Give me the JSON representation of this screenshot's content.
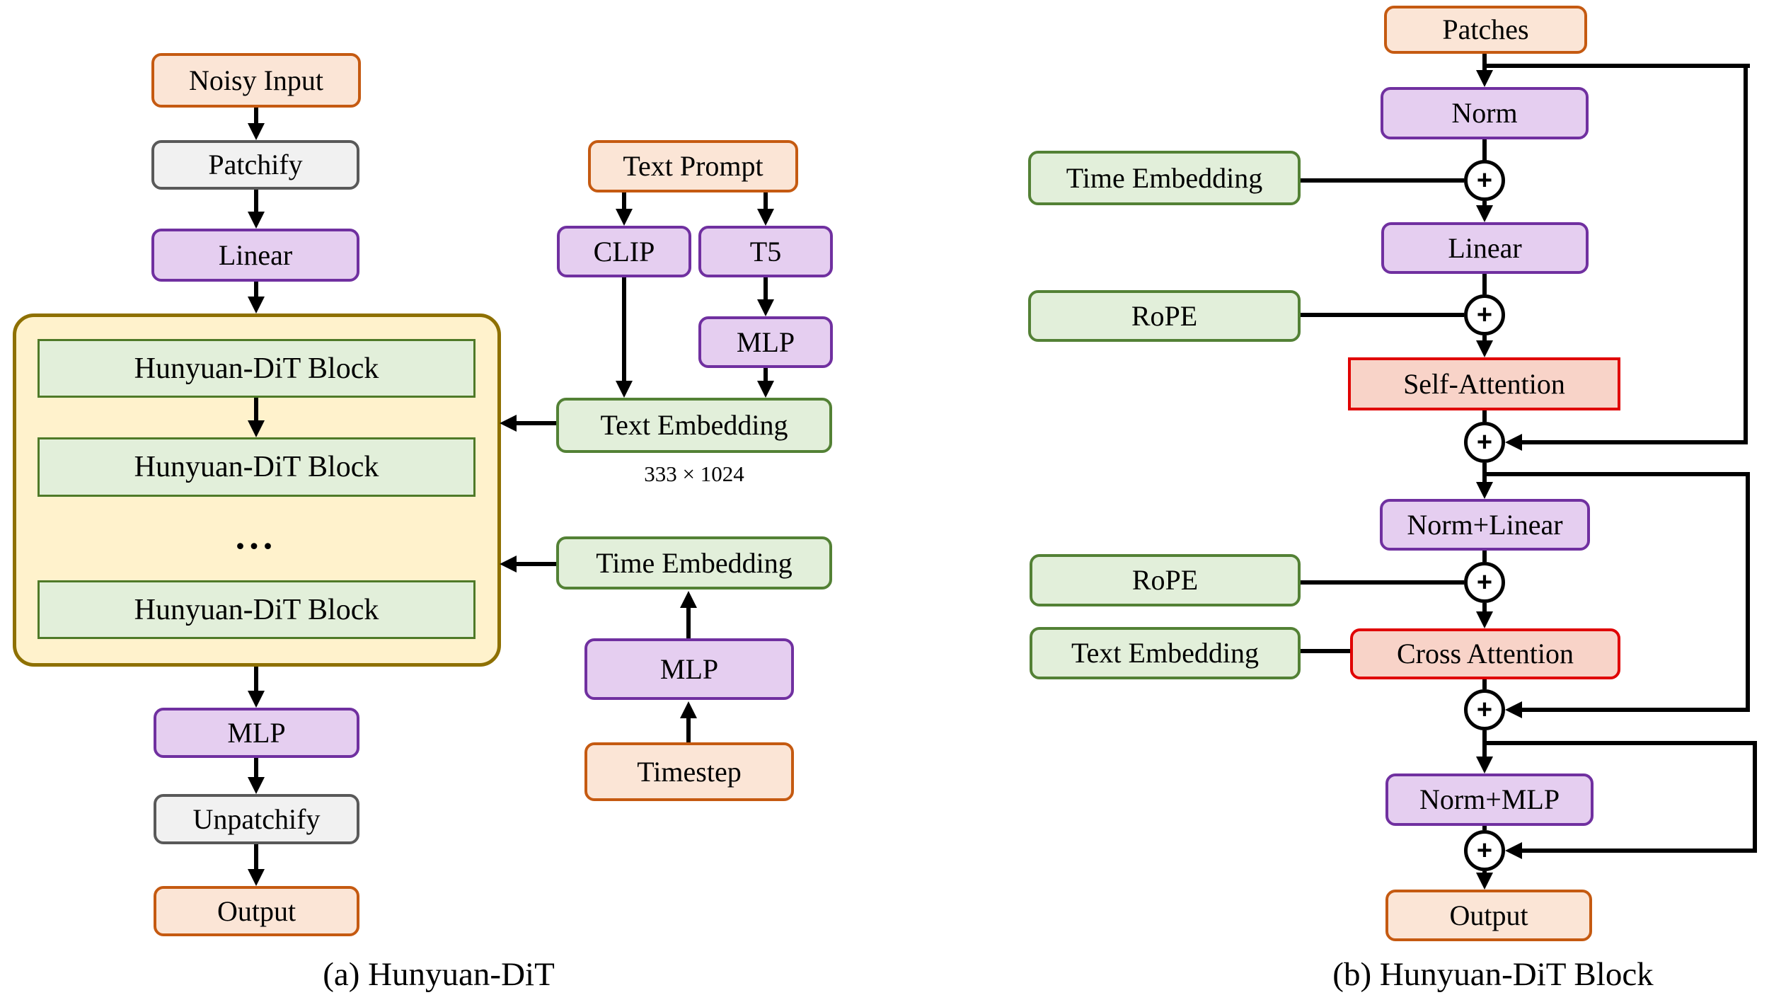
{
  "figure": {
    "title": "Hunyuan-DiT architecture figure",
    "plus_label": "+",
    "colors": {
      "orange_fill": "#FBE5D6",
      "orange_border": "#C55A11",
      "gray_fill": "#F1F1F1",
      "gray_border": "#595959",
      "purple_fill": "#E5CEF0",
      "purple_border": "#7030A0",
      "green_fill": "#E2EFDA",
      "green_border": "#538135",
      "yellow_fill": "#FFF2CC",
      "yellow_border": "#8E7000",
      "red_fill": "#F8D3C8",
      "red_border": "#E00000",
      "line_color": "#000000"
    }
  },
  "diagram_a": {
    "caption": "(a) Hunyuan-DiT",
    "nodes": {
      "noisy_input": {
        "label": "Noisy Input"
      },
      "patchify": {
        "label": "Patchify"
      },
      "linear": {
        "label": "Linear"
      },
      "block1": {
        "label": "Hunyuan-DiT Block"
      },
      "block2": {
        "label": "Hunyuan-DiT Block"
      },
      "ellipsis": {
        "label": "..."
      },
      "block3": {
        "label": "Hunyuan-DiT Block"
      },
      "mlp_out": {
        "label": "MLP"
      },
      "unpatchify": {
        "label": "Unpatchify"
      },
      "output": {
        "label": "Output"
      },
      "text_prompt": {
        "label": "Text Prompt"
      },
      "clip": {
        "label": "CLIP"
      },
      "t5": {
        "label": "T5"
      },
      "mlp_t5": {
        "label": "MLP"
      },
      "text_embedding": {
        "label": "Text Embedding"
      },
      "text_embedding_dim": {
        "label": "333 × 1024"
      },
      "time_embedding": {
        "label": "Time Embedding"
      },
      "mlp_time": {
        "label": "MLP"
      },
      "timestep": {
        "label": "Timestep"
      }
    }
  },
  "diagram_b": {
    "caption": "(b) Hunyuan-DiT Block",
    "nodes": {
      "patches": {
        "label": "Patches"
      },
      "norm": {
        "label": "Norm"
      },
      "time_embedding": {
        "label": "Time Embedding"
      },
      "linear": {
        "label": "Linear"
      },
      "rope1": {
        "label": "RoPE"
      },
      "self_attention": {
        "label": "Self-Attention"
      },
      "norm_linear": {
        "label": "Norm+Linear"
      },
      "rope2": {
        "label": "RoPE"
      },
      "text_embedding": {
        "label": "Text Embedding"
      },
      "cross_attention": {
        "label": "Cross Attention"
      },
      "norm_mlp": {
        "label": "Norm+MLP"
      },
      "output": {
        "label": "Output"
      }
    }
  }
}
